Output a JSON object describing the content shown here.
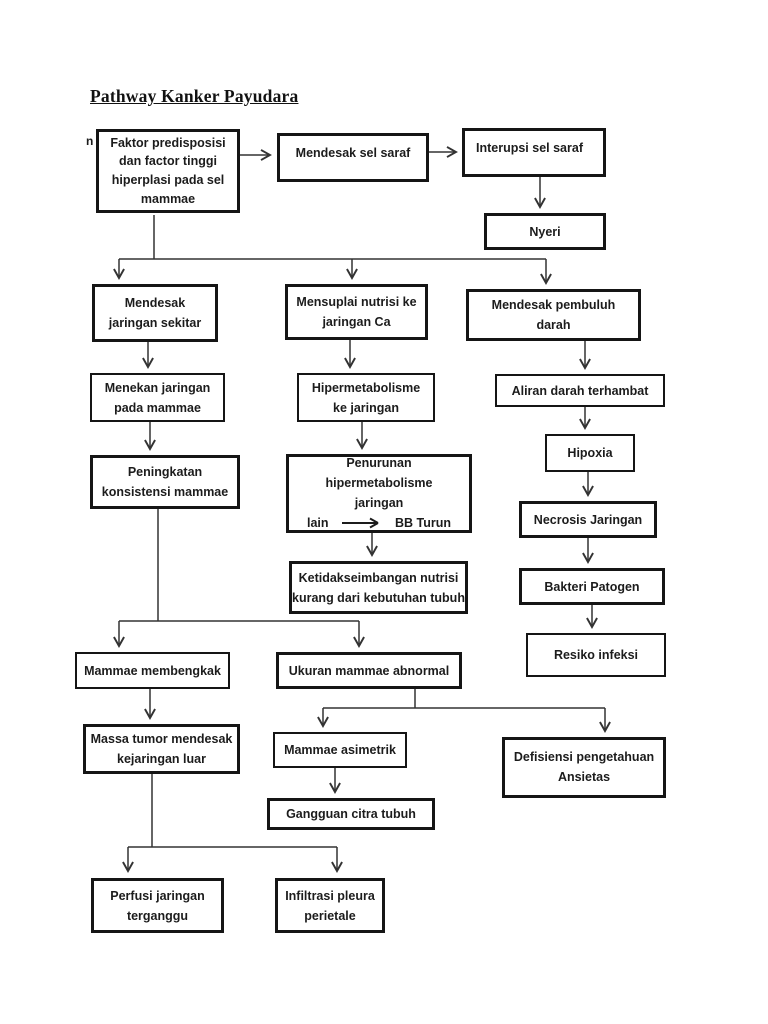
{
  "page": {
    "title": "Pathway Kanker Payudara",
    "stray_char": "n",
    "background_color": "#ffffff",
    "line_color": "#333333",
    "box_border_color": "#151515",
    "text_color": "#1c1c1c"
  },
  "nodes": {
    "faktor": "Faktor predisposisi\ndan factor tinggi\nhiperplasi pada sel\nmammae",
    "mendesak_sel_saraf": "Mendesak sel saraf",
    "interupsi_sel_saraf": "Interupsi sel saraf",
    "nyeri": "Nyeri",
    "mendesak_jaringan_sekitar": "Mendesak\njaringan sekitar",
    "mensuplai_nutrisi": "Mensuplai nutrisi ke\njaringan Ca",
    "mendesak_pembuluh_darah": "Mendesak pembuluh\ndarah",
    "menekan_jaringan": "Menekan jaringan\npada mammae",
    "hipermetabolisme": "Hipermetabolisme\nke jaringan",
    "aliran_darah_terhambat": "Aliran darah terhambat",
    "peningkatan_konsistensi": "Peningkatan\nkonsistensi mammae",
    "penurunan": {
      "line1": "Penurunan",
      "line2": "hipermetabolisme jaringan",
      "left": "lain",
      "right": "BB Turun"
    },
    "hipoxia": "Hipoxia",
    "necrosis_jaringan": "Necrosis Jaringan",
    "ketidakseimbangan_nutrisi": "Ketidakseimbangan nutrisi\nkurang dari kebutuhan tubuh",
    "bakteri_patogen": "Bakteri Patogen",
    "resiko_infeksi": "Resiko infeksi",
    "mammae_membengkak": "Mammae membengkak",
    "ukuran_mammae_abnormal": "Ukuran mammae abnormal",
    "massa_tumor": "Massa tumor mendesak\nkejaringan luar",
    "mammae_asimetrik": "Mammae asimetrik",
    "defisiensi": {
      "line1": "Defisiensi pengetahuan",
      "line2": "Ansietas"
    },
    "gangguan_citra_tubuh": "Gangguan citra tubuh",
    "perfusi_jaringan": "Perfusi jaringan\nterganggu",
    "infiltrasi_pleura": "Infiltrasi pleura\nperietale"
  }
}
